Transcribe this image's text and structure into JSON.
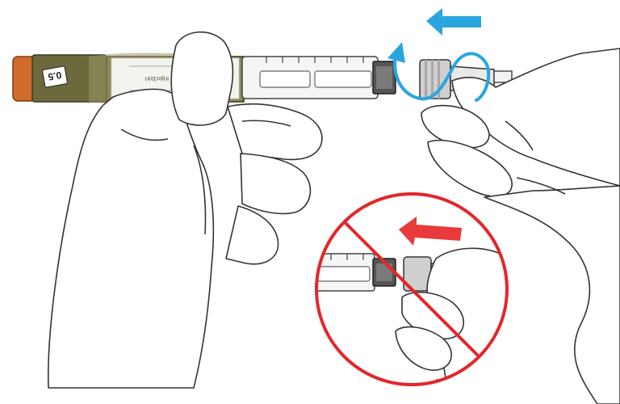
{
  "figure": {
    "pen_label": {
      "dose_text": "0.5",
      "drug_text": "solution for injection"
    },
    "steps": [
      {
        "name": "screw-on-needle",
        "status": "correct"
      },
      {
        "name": "push-on-needle",
        "status": "incorrect"
      }
    ],
    "colors": {
      "correct_arrow": "#2aa6df",
      "wrong_arrow": "#e83a3a",
      "prohibition": "#e3262b",
      "pen_body": "#6c6a3c",
      "pen_cap_end": "#d06b2d"
    },
    "icons": [
      "push-arrow-icon",
      "twist-arrow-icon",
      "prohibition-icon"
    ]
  }
}
